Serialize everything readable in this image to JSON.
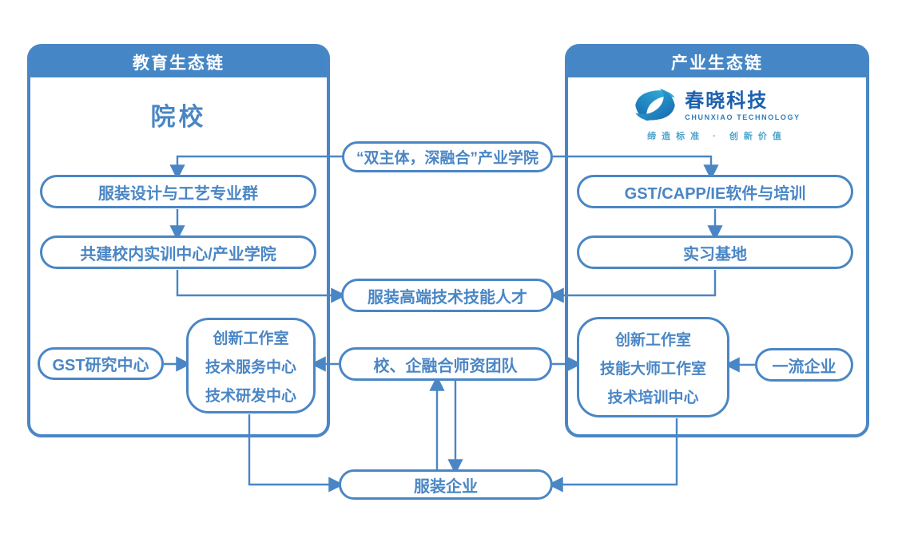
{
  "diagram": {
    "left_panel": {
      "header": "教育生态链",
      "title": "院校",
      "major_group": "服装设计与工艺专业群",
      "training_center": "共建校内实训中心/产业学院",
      "gst_research": "GST研究中心",
      "innovation_center": {
        "line1": "创新工作室",
        "line2": "技术服务中心",
        "line3": "技术研发中心"
      }
    },
    "right_panel": {
      "header": "产业生态链",
      "logo": {
        "name": "春晓科技",
        "subtitle": "CHUNXIAO TECHNOLOGY",
        "slogan": "缔造标准 · 创新价值"
      },
      "software_training": "GST/CAPP/IE软件与培训",
      "internship_base": "实习基地",
      "innovation_center": {
        "line1": "创新工作室",
        "line2": "技能大师工作室",
        "line3": "技术培训中心"
      },
      "first_class_enterprise": "一流企业"
    },
    "middle": {
      "industry_college": "“双主体，深融合”产业学院",
      "talent": "服装高端技术技能人才",
      "teacher_team": "校、企融合师资团队",
      "garment_enterprise": "服装企业"
    },
    "colors": {
      "primary": "#4a86c5",
      "header_fill": "#4587c6",
      "header_text": "#ffffff",
      "logo_text": "#1b5fae",
      "logo_subtitle": "#2b7ec2",
      "logo_slogan": "#4aa3cc",
      "logo_gradient_start": "#1565ae",
      "logo_gradient_end": "#35b8dd",
      "background": "#ffffff"
    }
  }
}
